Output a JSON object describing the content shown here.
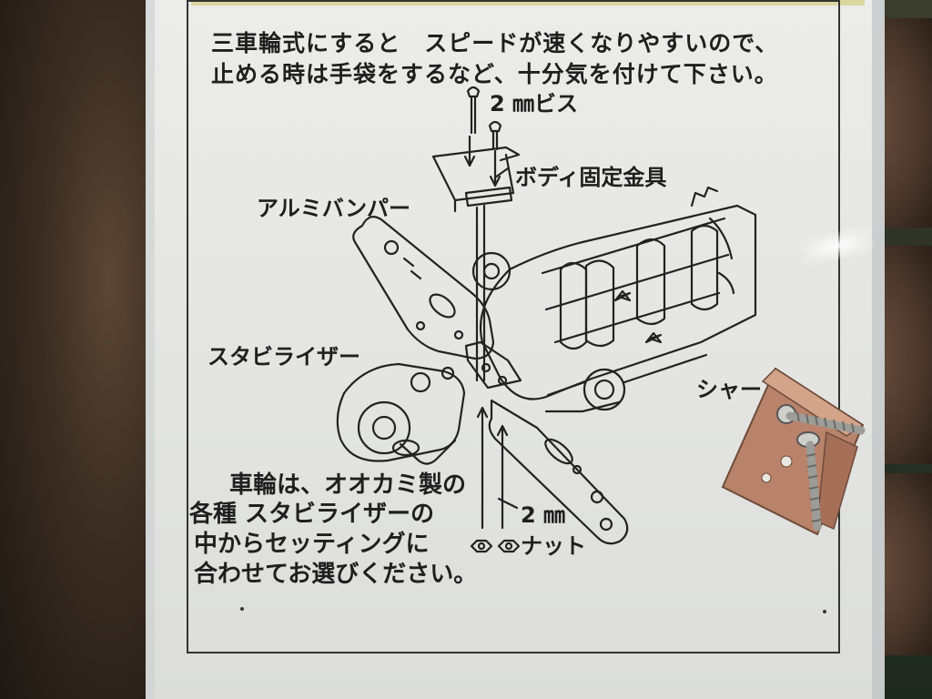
{
  "sheet": {
    "warning_top_partial": "三車輪式にすると　スピードが速くなりやすいので、",
    "warning_line_1": "三車輪式にすると　スピードが速くなりやすいので、",
    "warning_line_2": "止める時は手袋をするなど、十分気を付けて下さい。",
    "labels": {
      "screw": "2 ㎜ビス",
      "body_bracket": "ボディ固定金具",
      "aluminum_bumper": "アルミバンパー",
      "stabilizer": "スタビライザー",
      "chassis": "シャー",
      "nut_size": "2 ㎜",
      "nut": "ナット"
    },
    "wheel_note": [
      "車輪は、オオカミ製の",
      "各種 スタビライザーの",
      "中からセッティングに",
      "合わせてお選びください。"
    ]
  },
  "colors": {
    "paper": "#e6e7e5",
    "ink": "#1f1f1f",
    "copper_part": "#b8836a"
  }
}
